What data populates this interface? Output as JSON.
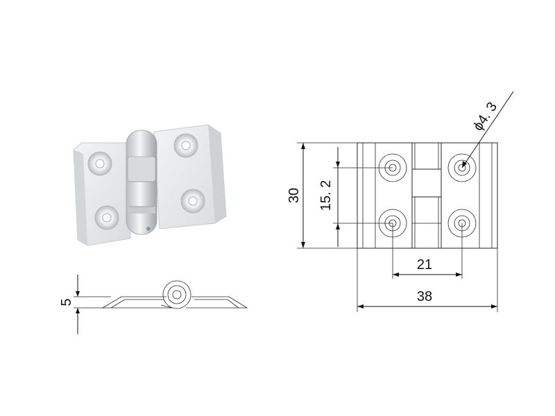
{
  "drawing": {
    "photo_label": "",
    "dimensions": {
      "height_total": "30",
      "hole_pitch_vertical": "15. 2",
      "hole_pitch_horizontal": "21",
      "width_total": "38",
      "hole_diameter": "ϕ4. 3",
      "thickness": "5"
    }
  }
}
